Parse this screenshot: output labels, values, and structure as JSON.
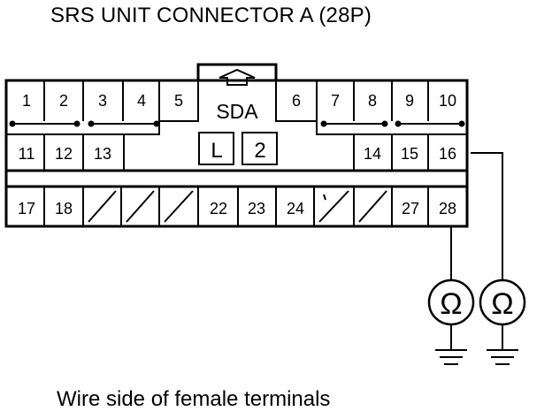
{
  "title": "SRS UNIT CONNECTOR A (28P)",
  "caption": "Wire side of female terminals",
  "connector": {
    "label": "SDA",
    "key_left": "L",
    "key_right": "2",
    "pins": {
      "p1": "1",
      "p2": "2",
      "p3": "3",
      "p4": "4",
      "p5": "5",
      "p6": "6",
      "p7": "7",
      "p8": "8",
      "p9": "9",
      "p10": "10",
      "p11": "11",
      "p12": "12",
      "p13": "13",
      "p14": "14",
      "p15": "15",
      "p16": "16",
      "p17": "17",
      "p18": "18",
      "p22": "22",
      "p23": "23",
      "p24": "24",
      "p27": "27",
      "p28": "28"
    }
  },
  "meters": {
    "symbol": "Ω"
  },
  "icons": {
    "latch": "up-arrow-icon",
    "ground": "ground-icon",
    "ohmmeter": "ohmmeter-icon"
  }
}
